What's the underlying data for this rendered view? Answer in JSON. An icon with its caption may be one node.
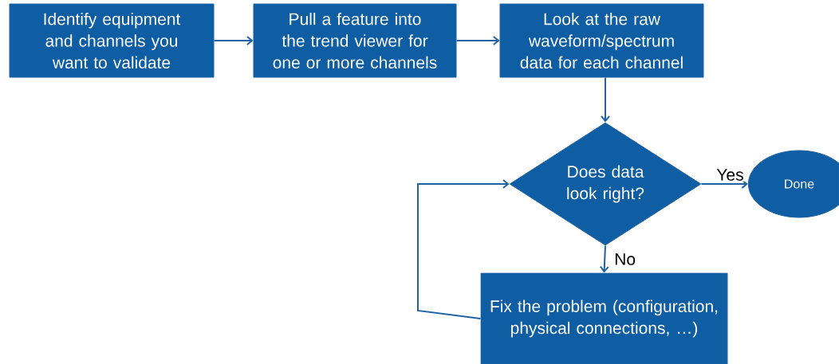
{
  "diagram": {
    "nodes": [
      {
        "text": [
          "Identify equipment and channels you want to validate"
        ]
      },
      {
        "text": [
          "Pull a feature into the trend viewer for one or more channels"
        ]
      },
      {
        "text": [
          "Look at the raw waveform/spectrum data for each channel"
        ]
      },
      {
        "text": [
          "Does data look right?"
        ]
      },
      {
        "text": [
          "Done"
        ]
      },
      {
        "text": [
          "Fix the problem (configuration, physical connections, …)"
        ]
      }
    ],
    "edges": [
      {
        "from": 0,
        "to": 1,
        "arrow": "to"
      },
      {
        "from": 1,
        "to": 2,
        "arrow": "to"
      },
      {
        "from": 2,
        "to": 3,
        "arrow": "to"
      },
      {
        "from": 3,
        "to": 4,
        "arrow": "to",
        "label": "Yes"
      },
      {
        "from": 3,
        "to": 5,
        "arrow": "to",
        "label": "No"
      },
      {
        "from": 5,
        "to": 3,
        "arrow": "to"
      }
    ]
  }
}
